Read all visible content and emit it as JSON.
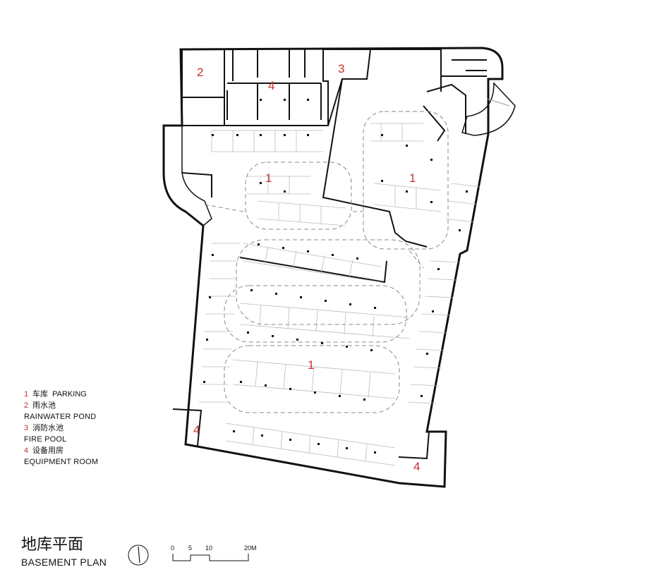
{
  "labels": {
    "parking_a": "1",
    "parking_b": "1",
    "parking_c": "1",
    "pond": "2",
    "fire_pool": "3",
    "equip_top": "4",
    "equip_left": "4",
    "equip_right": "4"
  },
  "legend": [
    {
      "num": "1",
      "cn": "车库",
      "en": "PARKING"
    },
    {
      "num": "2",
      "cn": "雨水池",
      "en": "RAINWATER POND"
    },
    {
      "num": "3",
      "cn": "消防水池",
      "en": "FIRE POOL"
    },
    {
      "num": "4",
      "cn": "设备用房",
      "en": "EQUIPMENT ROOM"
    }
  ],
  "title": {
    "cn": "地库平面",
    "en": "BASEMENT PLAN"
  },
  "scale": {
    "t0": "0",
    "t5": "5",
    "t10": "10",
    "t20": "20M"
  },
  "colors": {
    "label": "#c9302c",
    "line": "#111111"
  }
}
